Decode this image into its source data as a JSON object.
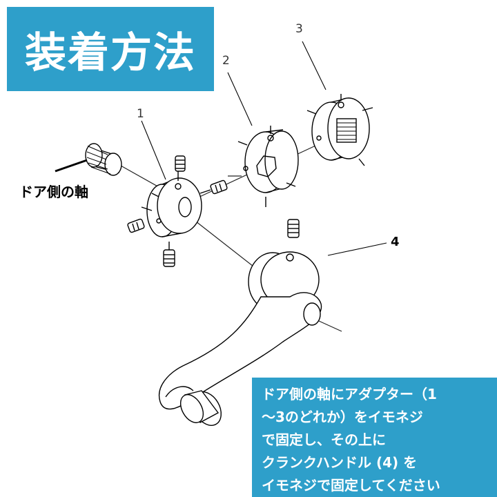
{
  "title": "装着方法",
  "door_shaft_label": "ドア側の軸",
  "part_numbers": {
    "p1": "1",
    "p2": "2",
    "p3": "3",
    "p4": "4"
  },
  "instructions": [
    "ドア側の軸にアダプター（1",
    "～3のどれか）をイモネジ",
    "で固定し、その上に",
    "クランクハンドル (4) を",
    "イモネジで固定してください"
  ],
  "colors": {
    "accent": "#2e9fca",
    "text_on_accent": "#ffffff"
  }
}
